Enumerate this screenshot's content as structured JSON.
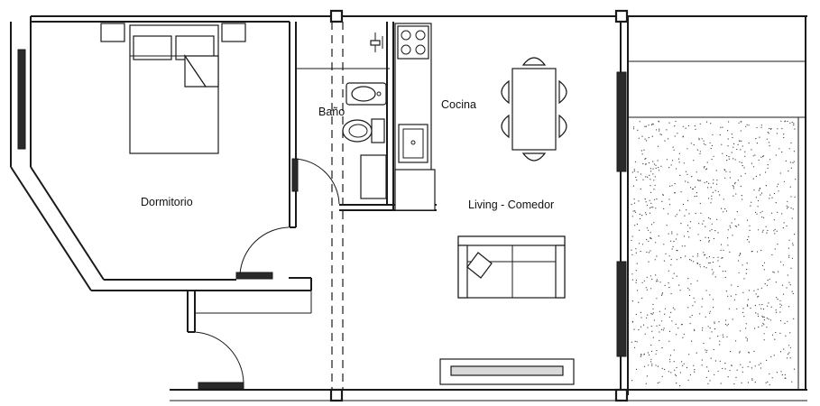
{
  "rooms": {
    "dormitorio": "Dormitorio",
    "bano": "Baño",
    "cocina": "Cocina",
    "living": "Living - Comedor"
  },
  "colors": {
    "wall": "#1a1a1a",
    "background": "#ffffff",
    "window": "#2a2a2a"
  },
  "icons": [
    "bed-icon",
    "toilet-icon",
    "sink-icon",
    "stove-icon",
    "dining-table-icon",
    "sofa-icon",
    "door-swing-icon"
  ]
}
